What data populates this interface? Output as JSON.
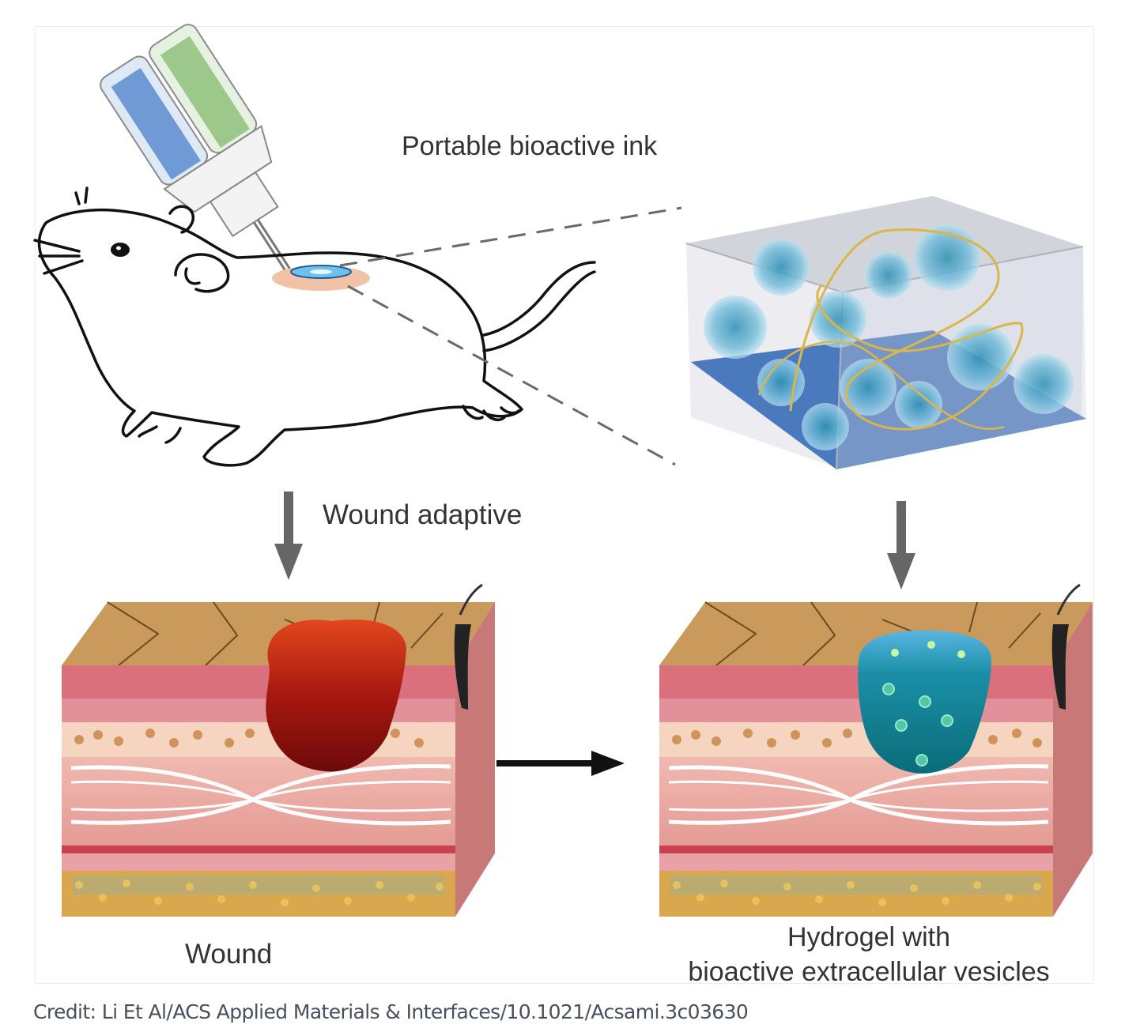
{
  "labels": {
    "ink": "Portable bioactive ink",
    "adaptive": "Wound adaptive",
    "wound": "Wound",
    "hydrogel_line1": "Hydrogel with",
    "hydrogel_line2": "bioactive extracellular vesicles"
  },
  "credit": "Credit: Li Et Al/ACS Applied Materials & Interfaces/10.1021/Acsami.3c03630",
  "colors": {
    "wound": "#a11c10",
    "hydrogel": "#127e86",
    "gel_blue": "#4d7bc0",
    "skin_top": "#c59a5e",
    "fiber": "#d8b64a"
  }
}
